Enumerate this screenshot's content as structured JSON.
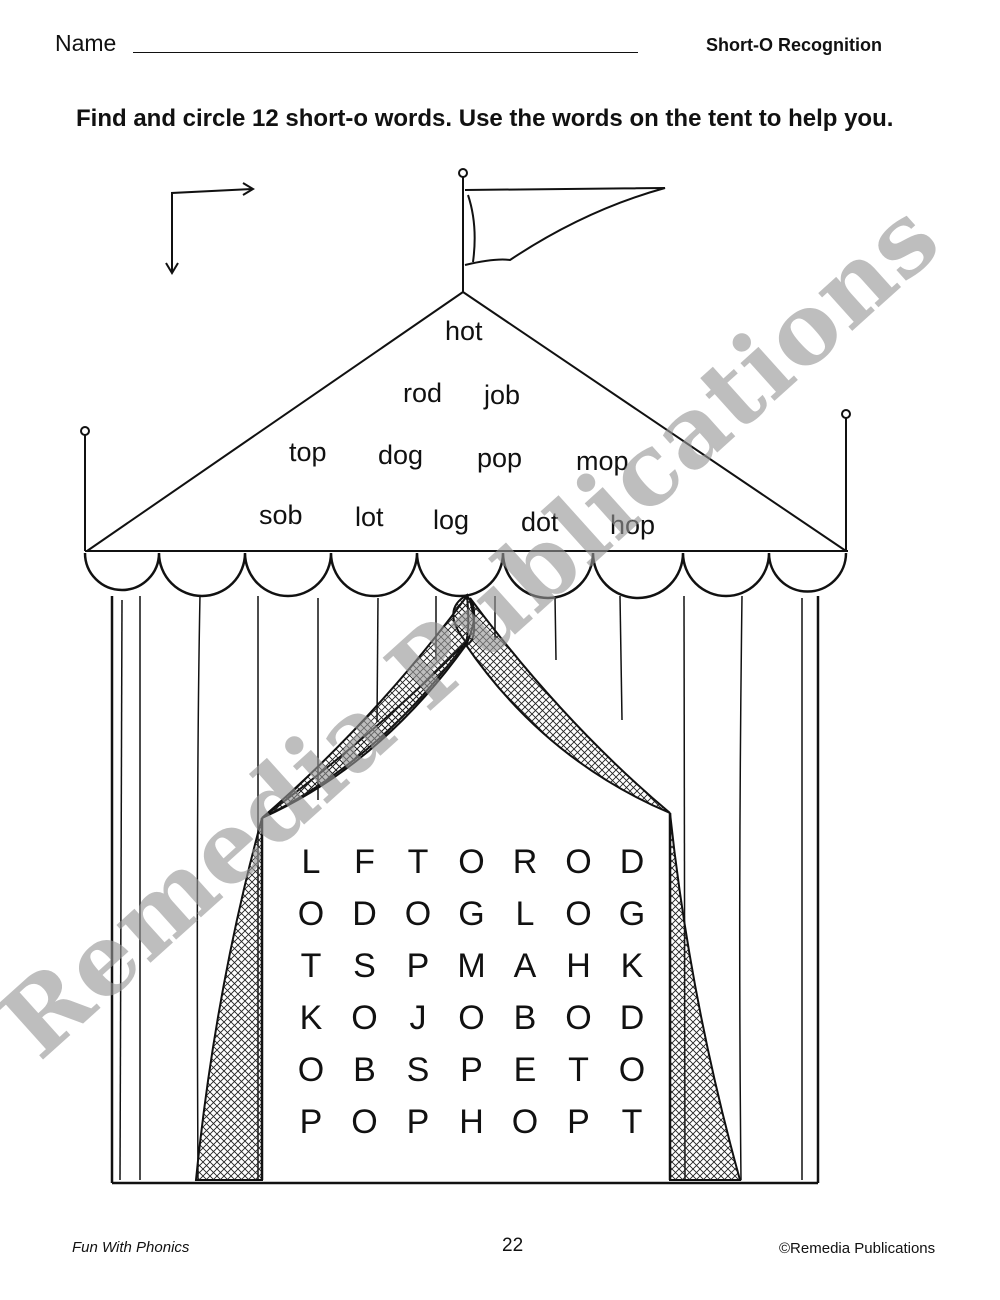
{
  "header": {
    "name_label": "Name",
    "topic": "Short-O Recognition"
  },
  "instructions": "Find and circle 12 short-o words. Use the words on the tent to help you.",
  "tent_words": [
    "hot",
    "rod",
    "job",
    "top",
    "dog",
    "pop",
    "mop",
    "sob",
    "lot",
    "log",
    "dot",
    "hop"
  ],
  "word_search": [
    [
      "L",
      "F",
      "T",
      "O",
      "R",
      "O",
      "D"
    ],
    [
      "O",
      "D",
      "O",
      "G",
      "L",
      "O",
      "G"
    ],
    [
      "T",
      "S",
      "P",
      "M",
      "A",
      "H",
      "K"
    ],
    [
      "K",
      "O",
      "J",
      "O",
      "B",
      "O",
      "D"
    ],
    [
      "O",
      "B",
      "S",
      "P",
      "E",
      "T",
      "O"
    ],
    [
      "P",
      "O",
      "P",
      "H",
      "O",
      "P",
      "T"
    ]
  ],
  "watermark": "Remedia Publications",
  "footer": {
    "book_title": "Fun With Phonics",
    "page_number": "22",
    "copyright": "©Remedia Publications"
  }
}
